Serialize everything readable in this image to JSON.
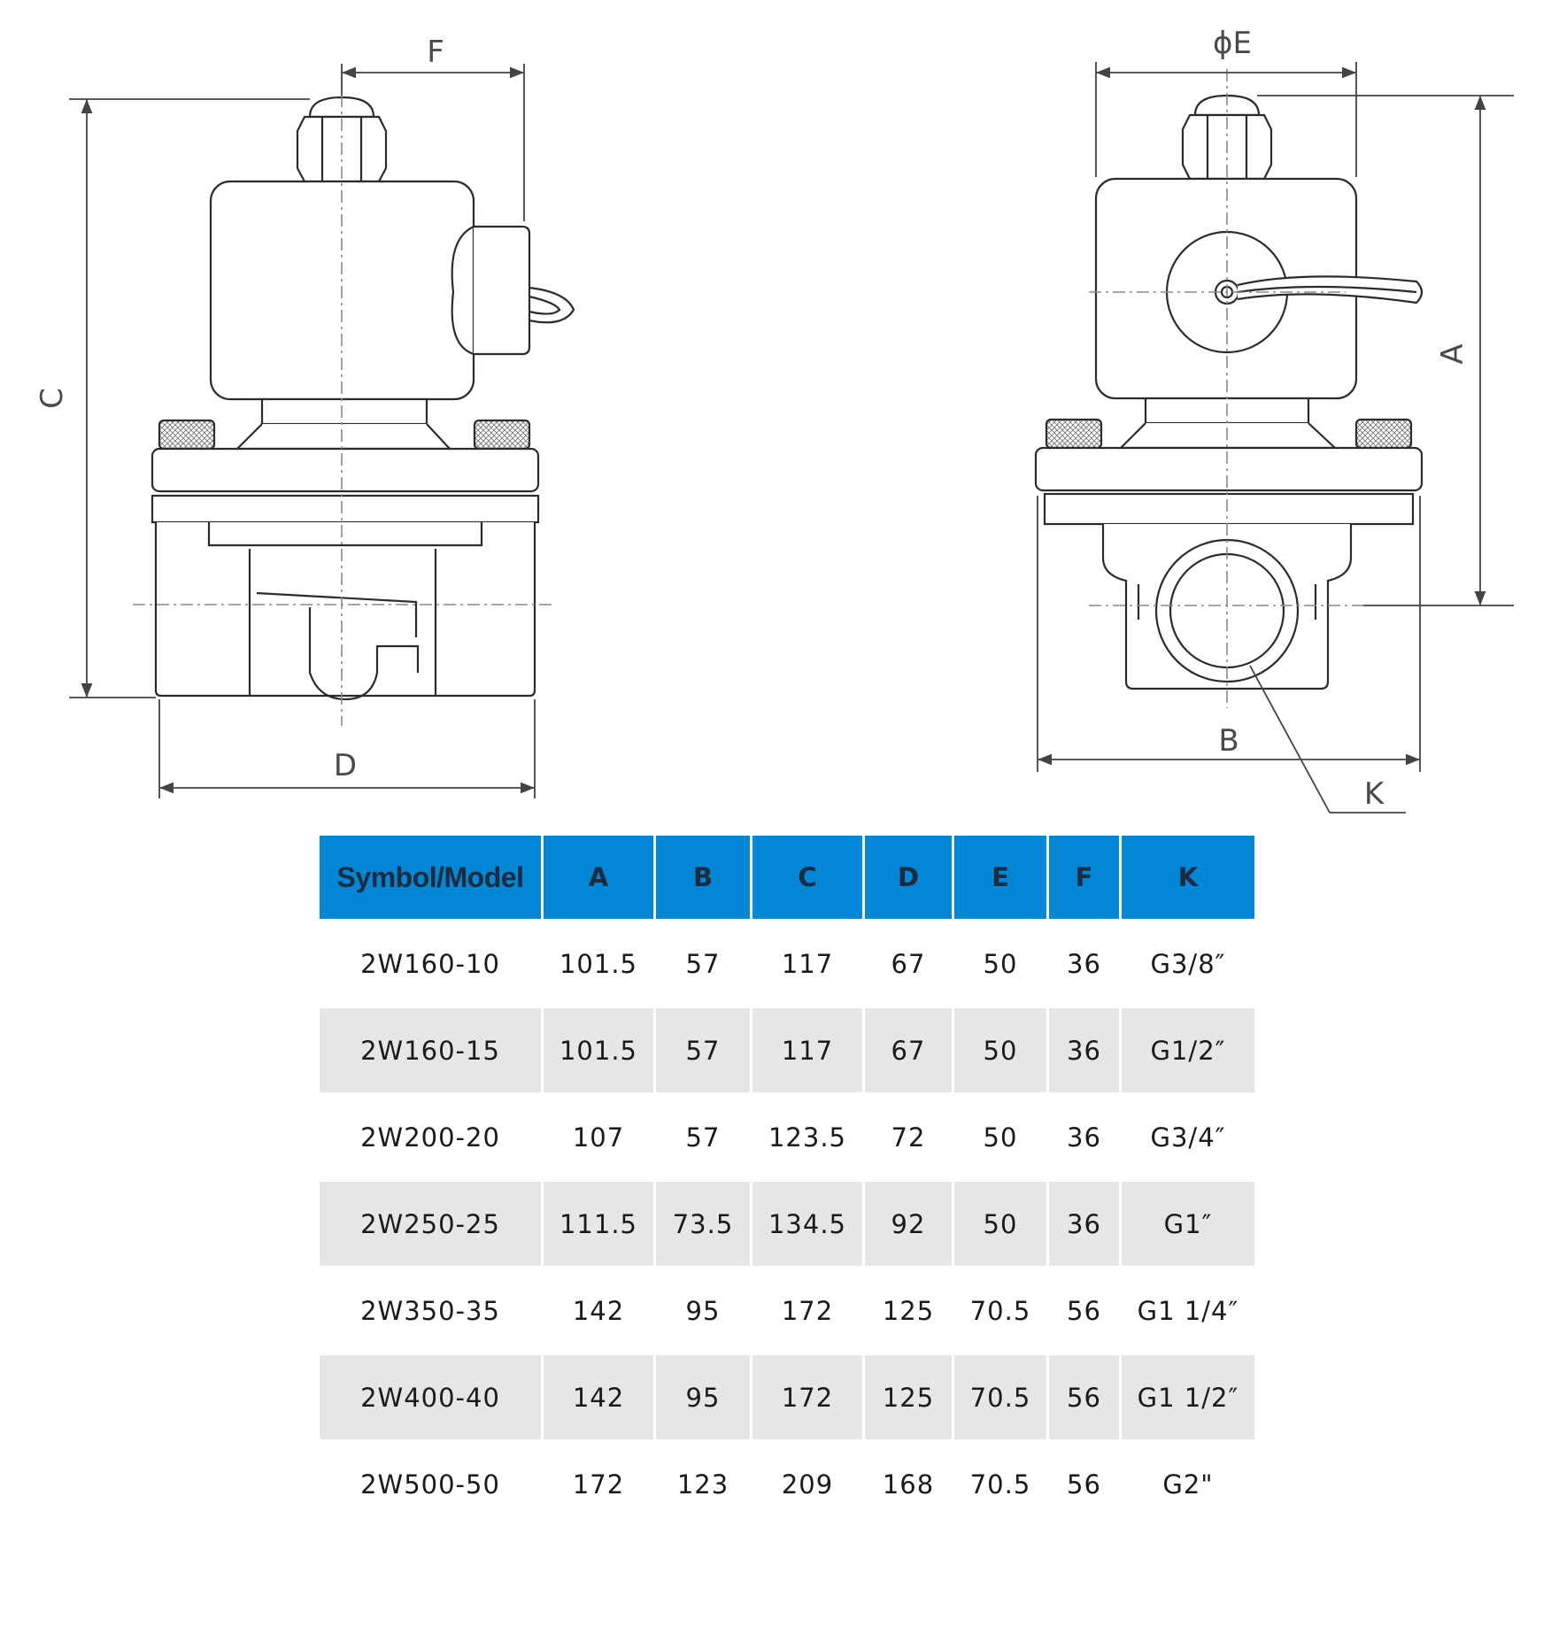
{
  "drawing": {
    "front_view_labels": {
      "F": "F",
      "C": "C",
      "D": "D"
    },
    "side_view_labels": {
      "E": "ϕE",
      "A": "A",
      "B": "B",
      "K": "K"
    }
  },
  "table": {
    "header_color": "#0286d6",
    "columns": [
      "Symbol/Model",
      "A",
      "B",
      "C",
      "D",
      "E",
      "F",
      "K"
    ],
    "rows": [
      [
        "2W160-10",
        "101.5",
        "57",
        "117",
        "67",
        "50",
        "36",
        "G3/8″"
      ],
      [
        "2W160-15",
        "101.5",
        "57",
        "117",
        "67",
        "50",
        "36",
        "G1/2″"
      ],
      [
        "2W200-20",
        "107",
        "57",
        "123.5",
        "72",
        "50",
        "36",
        "G3/4″"
      ],
      [
        "2W250-25",
        "111.5",
        "73.5",
        "134.5",
        "92",
        "50",
        "36",
        "G1″"
      ],
      [
        "2W350-35",
        "142",
        "95",
        "172",
        "125",
        "70.5",
        "56",
        "G1 1/4″"
      ],
      [
        "2W400-40",
        "142",
        "95",
        "172",
        "125",
        "70.5",
        "56",
        "G1 1/2″"
      ],
      [
        "2W500-50",
        "172",
        "123",
        "209",
        "168",
        "70.5",
        "56",
        "G2\""
      ]
    ]
  }
}
